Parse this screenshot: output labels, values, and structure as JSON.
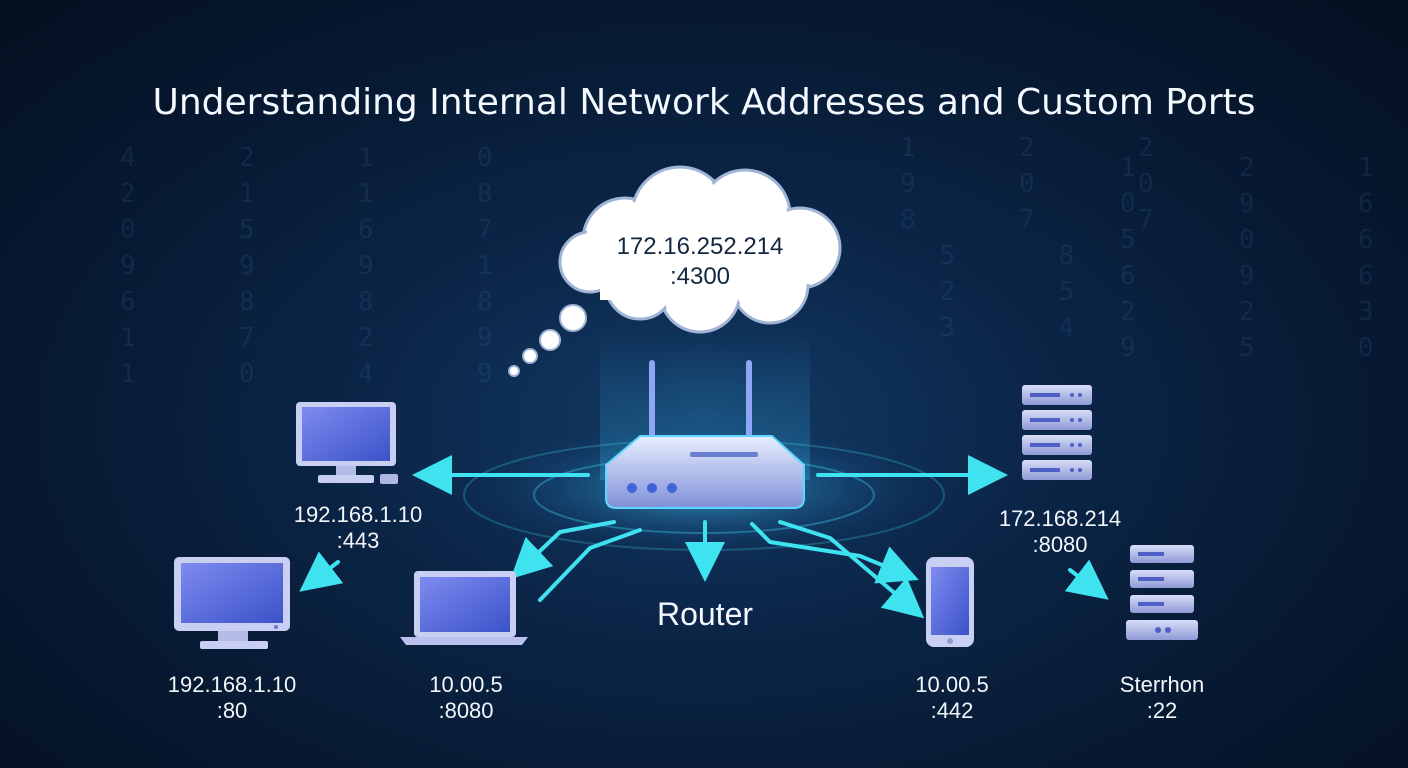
{
  "title": "Understanding Internal Network Addresses and Custom Ports",
  "router_label": "Router",
  "cloud": {
    "ip": "172.16.252.214",
    "port": ":4300"
  },
  "devices": [
    {
      "ip": "192.168.1.10",
      "port": ":443",
      "icon": "desktop-monitor-icon"
    },
    {
      "ip": "192.168.1.10",
      "port": ":80",
      "icon": "monitor-icon"
    },
    {
      "ip": "10.00.5",
      "port": ":8080",
      "icon": "laptop-icon"
    },
    {
      "ip": "10.00.5",
      "port": ":442",
      "icon": "smartphone-icon"
    },
    {
      "ip": "172.168.214",
      "port": ":8080",
      "icon": "server-stack-icon"
    },
    {
      "ip": "Sterrhon",
      "port": ":22",
      "icon": "server-icon"
    }
  ],
  "colors": {
    "accent": "#3fe3f0",
    "device_blue": "#5a6ee0",
    "background": "#0b2547"
  }
}
